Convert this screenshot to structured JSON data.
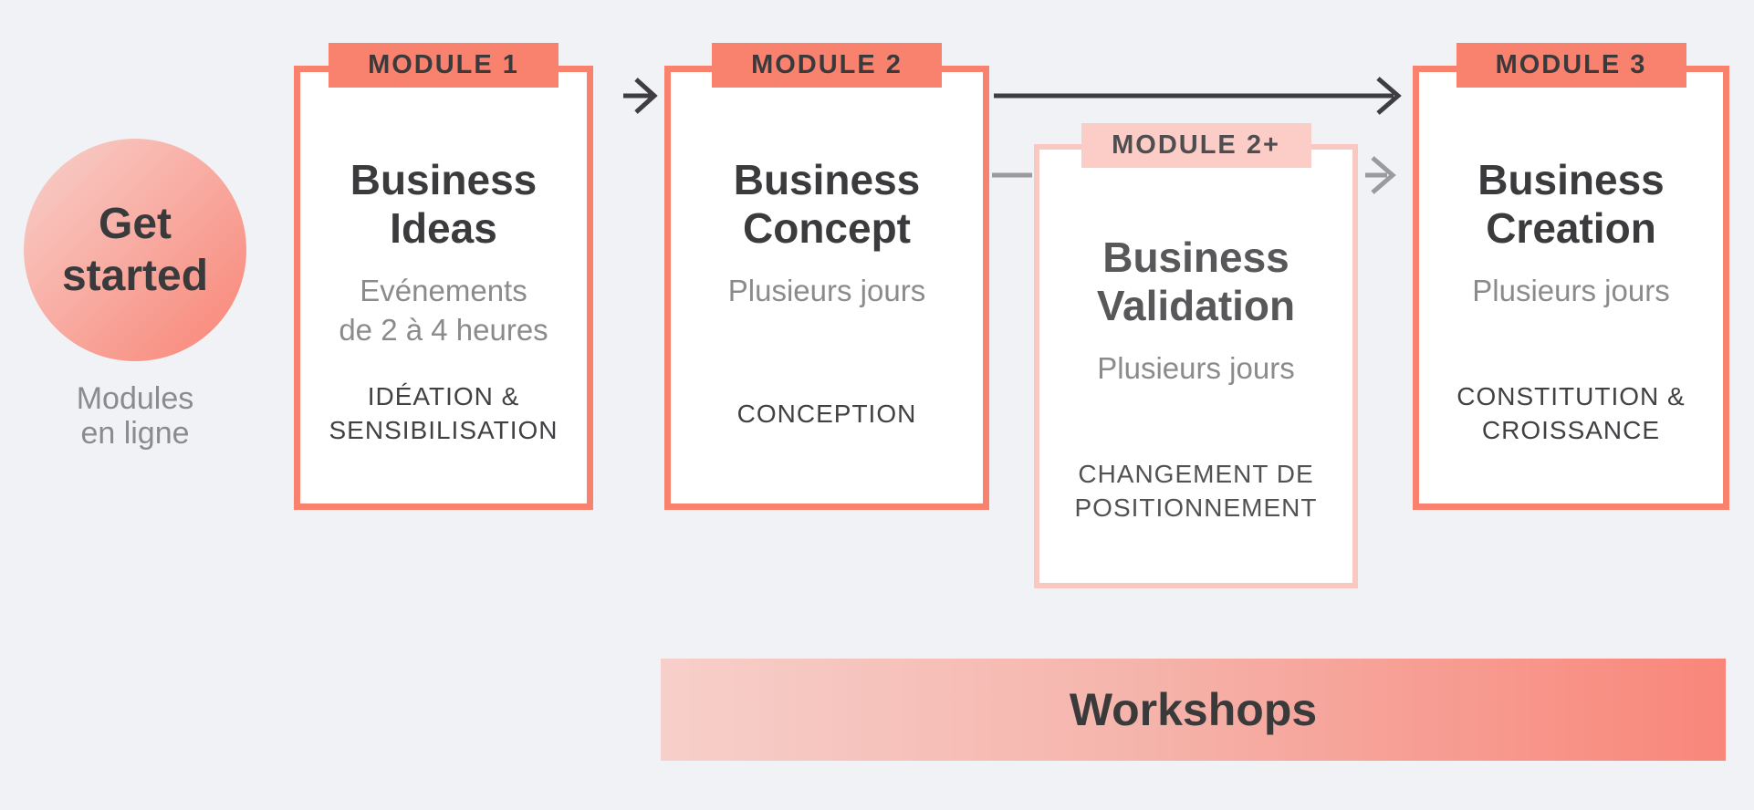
{
  "page": {
    "background": "#F1F2F5"
  },
  "colors": {
    "accent_salmon": "#F9826F",
    "accent_salmon_deep": "#F9897B",
    "light_pink_tag": "#FBCDC6",
    "light_pink_border": "#F9C9C1",
    "gradient_light_pink": "#F7CFCA",
    "card_background": "#FFFFFF",
    "text_dark": "#3B3B3D",
    "text_gray": "#8B8B8D",
    "arrow_dark": "#3E3E40",
    "arrow_gray": "#9B9B9E"
  },
  "get_started": {
    "label": "Get\nstarted",
    "caption": "Modules\nen ligne"
  },
  "modules": [
    {
      "id": "module-1",
      "tag": "MODULE 1",
      "title": "Business\nIdeas",
      "subtitle": "Evénements\nde 2 à 4 heures",
      "detail": "IDÉATION &\nSENSIBILISATION",
      "style": "solid"
    },
    {
      "id": "module-2",
      "tag": "MODULE 2",
      "title": "Business\nConcept",
      "subtitle": "Plusieurs jours",
      "detail": "CONCEPTION",
      "style": "solid"
    },
    {
      "id": "module-2plus",
      "tag": "MODULE 2+",
      "title": "Business\nValidation",
      "subtitle": "Plusieurs jours",
      "detail": "CHANGEMENT DE\nPOSITIONNEMENT",
      "style": "light"
    },
    {
      "id": "module-3",
      "tag": "MODULE 3",
      "title": "Business\nCreation",
      "subtitle": "Plusieurs jours",
      "detail": "CONSTITUTION &\nCROISSANCE",
      "style": "solid"
    }
  ],
  "workshops": {
    "label": "Workshops"
  }
}
